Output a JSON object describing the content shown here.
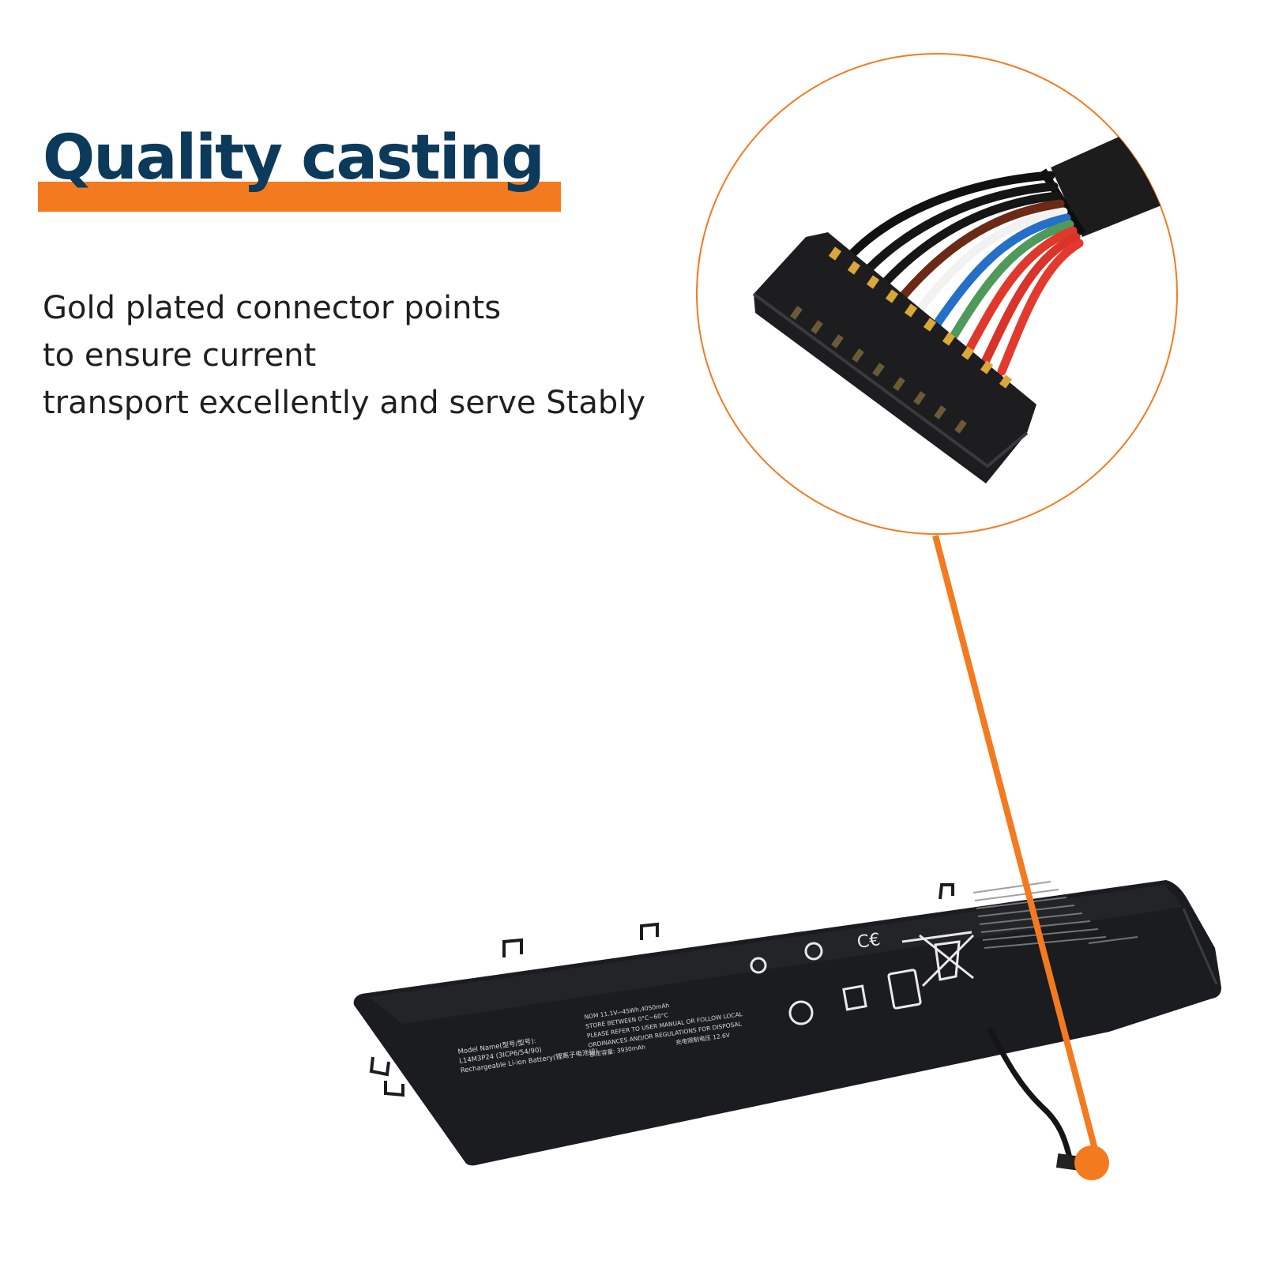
{
  "headline": {
    "text": "Quality casting"
  },
  "description": {
    "lines": [
      "Gold plated connector points",
      "to ensure current",
      "transport excellently and serve Stably"
    ]
  },
  "colors": {
    "accent": "#f47a1f",
    "headline": "#0c3a5b",
    "body_text": "#1f1f1f",
    "battery": "#1b1c1f"
  },
  "battery_label": {
    "model_lines": [
      "Model Name(型号/型号):",
      "L14M3P24   (3ICP6/54/90)",
      "Rechargeable Li-ion Battery(锂离子电池组)"
    ],
    "spec_lines": [
      "NOM 11.1V⎓45Wh,4050mAh",
      "STORE BETWEEN 0°C~60°C",
      "PLEASE REFER TO USER MANUAL OR FOLLOW LOCAL",
      "ORDINANCES AND/OR REGULATIONS FOR DISPOSAL",
      "额定容量: 3930mAh"
    ],
    "right_spec": "充电限制电压 12.6V"
  }
}
